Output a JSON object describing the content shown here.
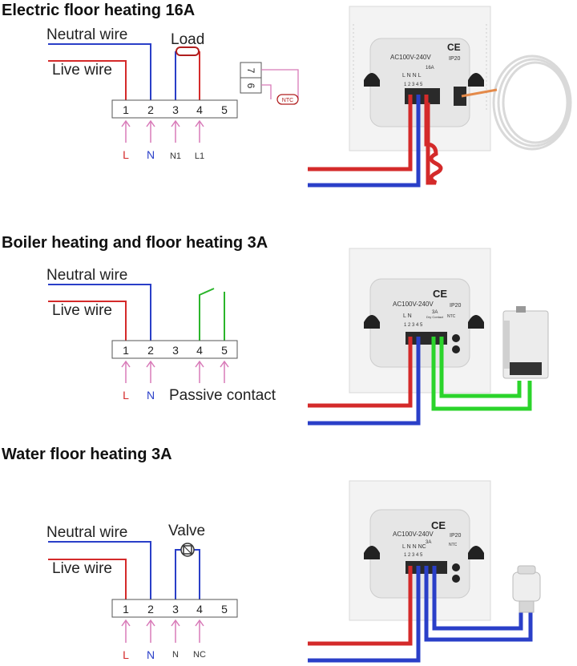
{
  "sections": [
    {
      "title": "Electric floor heating 16A",
      "neutral_label": "Neutral wire",
      "live_label": "Live wire",
      "device_label": "Load",
      "terminals": [
        "1",
        "2",
        "3",
        "4",
        "5"
      ],
      "bottom_labels": [
        "L",
        "N",
        "N1",
        "L1"
      ],
      "sensor_terminals": [
        "7",
        "6"
      ],
      "sensor_label": "NTC",
      "panel": {
        "voltage": "AC100V-240V",
        "ip": "IP20",
        "ce": "CE",
        "rating": "16A",
        "pins": "L N N L",
        "pin_nums": "1 2 3 4 5"
      }
    },
    {
      "title": "Boiler heating and floor heating 3A",
      "neutral_label": "Neutral wire",
      "live_label": "Live wire",
      "terminals": [
        "1",
        "2",
        "3",
        "4",
        "5"
      ],
      "bottom_labels": [
        "L",
        "N"
      ],
      "passive_label": "Passive contact",
      "panel": {
        "voltage": "AC100V-240V",
        "ip": "IP20",
        "ce": "CE",
        "rating": "3A",
        "sub": "Dry Contact",
        "ntc": "NTC",
        "pins": "L N",
        "pin_nums": "1 2 3 4 5"
      }
    },
    {
      "title": "Water floor heating 3A",
      "neutral_label": "Neutral wire",
      "live_label": "Live wire",
      "device_label": "Valve",
      "terminals": [
        "1",
        "2",
        "3",
        "4",
        "5"
      ],
      "bottom_labels": [
        "L",
        "N",
        "N",
        "NC"
      ],
      "panel": {
        "voltage": "AC100V-240V",
        "ip": "IP20",
        "ce": "CE",
        "rating": "3A",
        "ntc": "NTC",
        "pins": "L N N NC",
        "pin_nums": "1 2 3 4 5"
      }
    }
  ],
  "colors": {
    "live": "#d42a2a",
    "neutral": "#2a3fc8",
    "contact": "#2bb52b",
    "arrow": "#d87ab8",
    "device": "#b01e1e"
  }
}
